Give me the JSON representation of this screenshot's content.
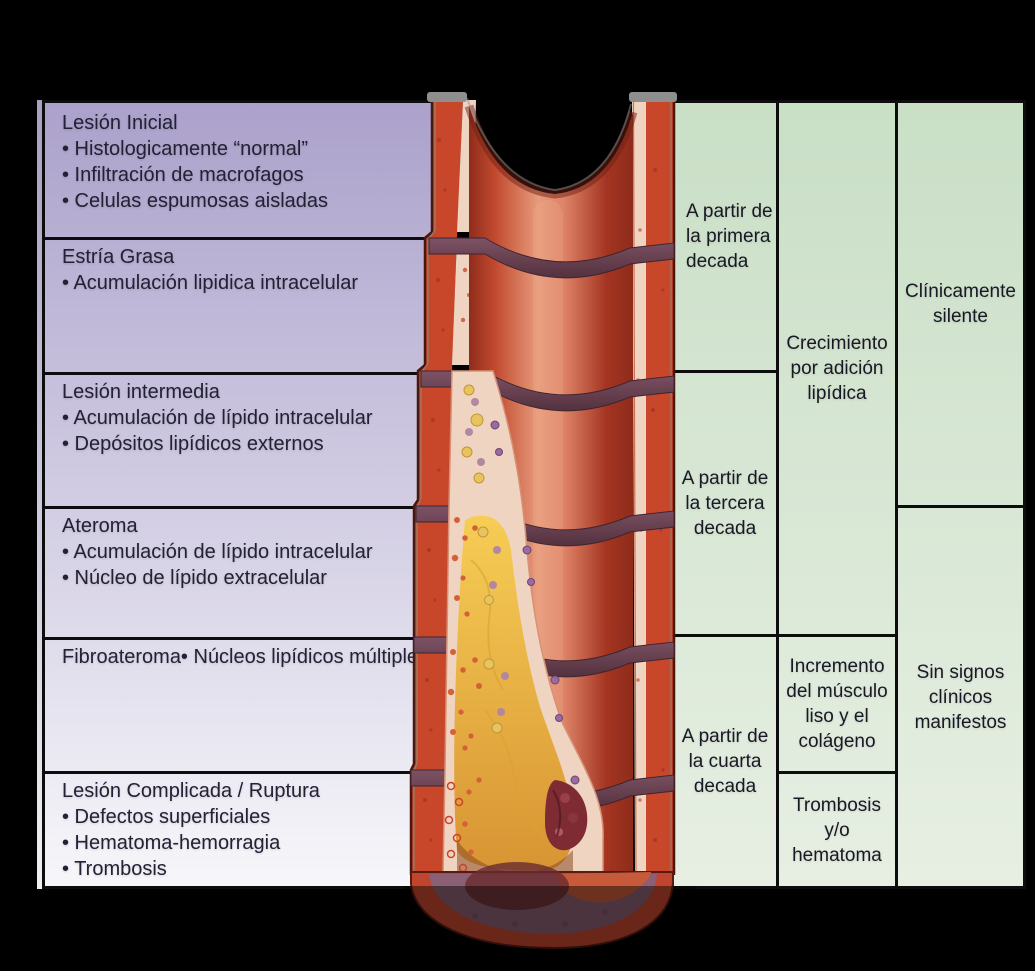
{
  "colors": {
    "background": "#000000",
    "border": "#0d0d0d",
    "panel_gradient_top": "#aba1cb",
    "panel_gradient_bottom": "#f7f7fa",
    "green_gradient_top": "#c9dfc6",
    "green_gradient_bottom": "#e7efe3",
    "panel_text": "#232135",
    "cell_text": "#191825",
    "artery_wall": "#c8472b",
    "artery_wall_outline": "#4a170f",
    "lumen_center": "#e79a7c",
    "lumen_edge": "#a33421",
    "ring_top": "#7d5365",
    "ring_bottom": "#54313e",
    "intima": "#f0d4c2",
    "lipid_core": "#f6cd55",
    "lipid_core_deep": "#d89433",
    "thrombus": "#7e2b33",
    "cap_mauve": "#8b5f74",
    "cap_red": "#c0452e",
    "gray_rim": "#8e8e8e"
  },
  "stages": [
    {
      "title": "Lesión Inicial",
      "bullets": [
        "• Histologicamente “normal”",
        "• Infiltración de macrofagos",
        "• Celulas espumosas aisladas"
      ]
    },
    {
      "title": "Estría Grasa",
      "bullets": [
        "• Acumulación lipidica intracelular"
      ]
    },
    {
      "title": "Lesión intermedia",
      "bullets": [
        "• Acumulación de lípido intracelular",
        "• Depósitos lipídicos externos"
      ]
    },
    {
      "title": "Ateroma",
      "bullets": [
        "• Acumulación de lípido intracelular",
        "• Núcleo de lípido extracelular"
      ]
    },
    {
      "title": "Fibroateroma• Núcleos lipídicos múltiples",
      "bullets": []
    },
    {
      "title": "Lesión Complicada / Ruptura",
      "bullets": [
        "• Defectos superficiales",
        "• Hematoma-hemorragia",
        "• Trombosis"
      ]
    }
  ],
  "onset_column": {
    "cells": [
      "A partir de la primera decada",
      "A partir de la tercera decada",
      "A partir de la cuarta decada"
    ]
  },
  "process_column": {
    "cells": [
      "Crecimiento por adición lipídica",
      "Incremento del músculo liso y el colágeno",
      "Trombosis y/o hematoma"
    ]
  },
  "clinical_column": {
    "cells": [
      "Clínicamente silente",
      "Sin signos clínicos manifestos"
    ]
  }
}
